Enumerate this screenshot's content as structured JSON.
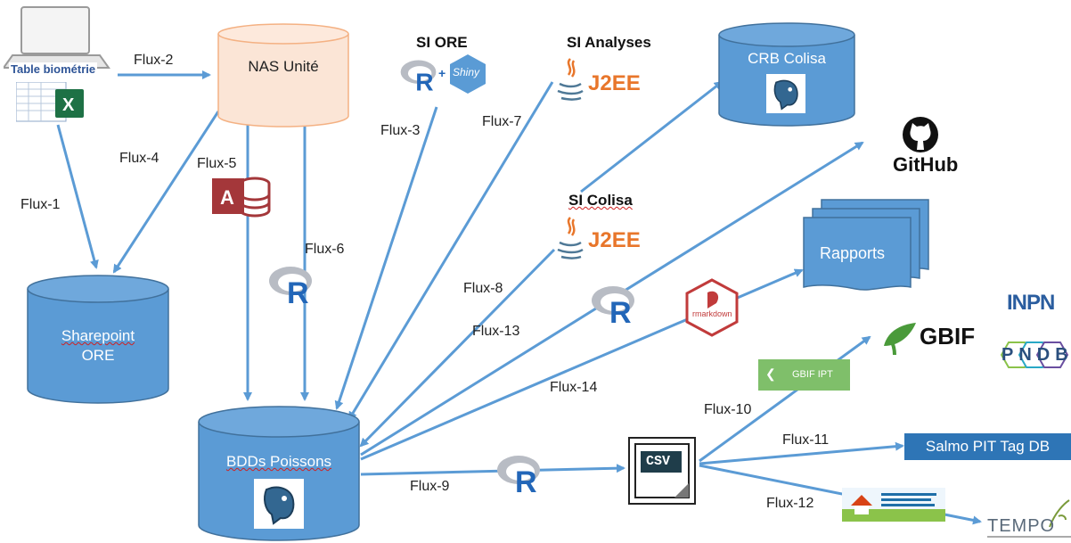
{
  "nodes": {
    "table_biometrie": "Table biométrie",
    "nas": "NAS Unité",
    "sharepoint_line1": "Sharepoint",
    "sharepoint_line2": "ORE",
    "bdds": "BDDs Poissons",
    "si_ore": "SI ORE",
    "si_analyses": "SI Analyses",
    "si_colisa": "SI Colisa",
    "crb": "CRB Colisa",
    "github": "GitHub",
    "rapports": "Rapports",
    "gbif": "GBIF",
    "gbif_ipt": "GBIF IPT",
    "salmo": "Salmo PIT Tag DB",
    "tempo": "TEMPO",
    "csv": "CSV",
    "rmarkdown": "rmarkdown",
    "j2ee": "J2EE",
    "shiny": "Shiny",
    "inpn": "INPN",
    "pndb": "PNDB"
  },
  "flows": {
    "f1": "Flux-1",
    "f2": "Flux-2",
    "f3": "Flux-3",
    "f4": "Flux-4",
    "f5": "Flux-5",
    "f6": "Flux-6",
    "f7": "Flux-7",
    "f8": "Flux-8",
    "f9": "Flux-9",
    "f10": "Flux-10",
    "f11": "Flux-11",
    "f12": "Flux-12",
    "f13": "Flux-13",
    "f14": "Flux-14"
  },
  "colors": {
    "arrow": "#5b9bd5",
    "cylinder": "#5b9bd5",
    "nas": "#fbe5d6",
    "salmo": "#2e75b6",
    "gbif_green": "#4a9a3a"
  },
  "icons": [
    "laptop-icon",
    "excel-icon",
    "access-icon",
    "r-logo-icon",
    "shiny-icon",
    "java-icon",
    "postgresql-icon",
    "github-icon",
    "rmarkdown-icon",
    "csv-file-icon",
    "gbif-logo-icon",
    "inpn-logo-icon",
    "pndb-logo-icon",
    "sido-banner-icon",
    "tempo-logo-icon"
  ]
}
